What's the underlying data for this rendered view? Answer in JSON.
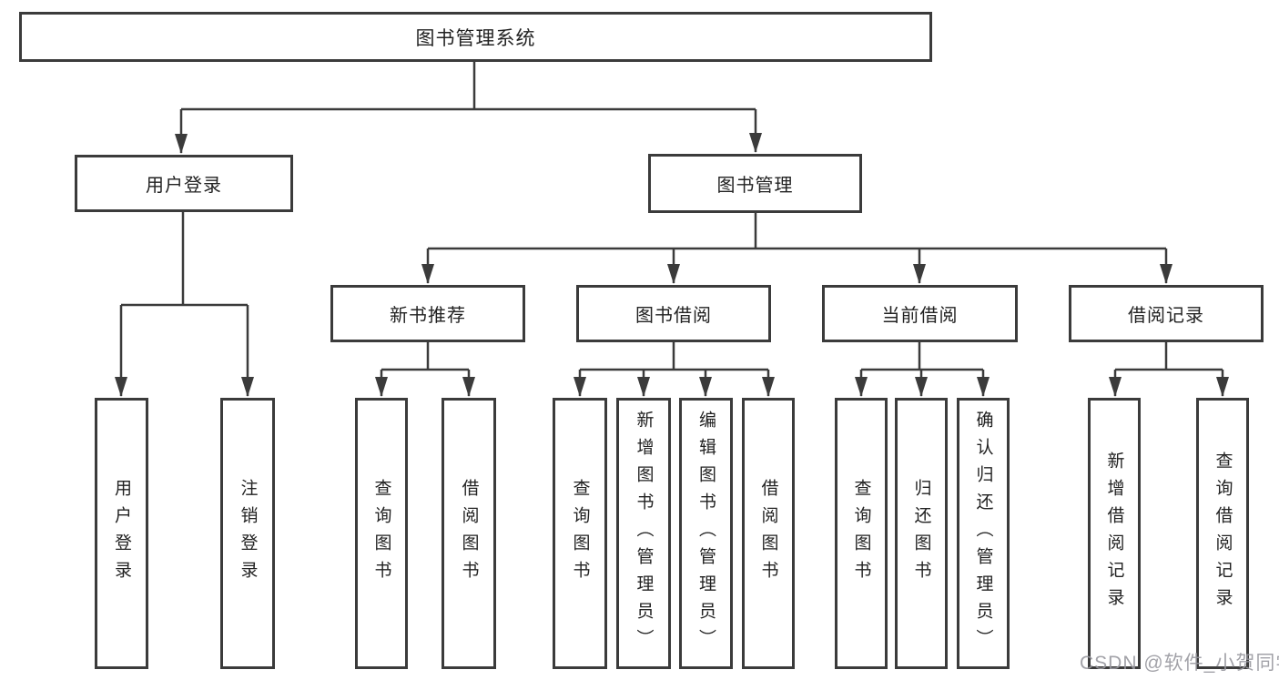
{
  "diagram": {
    "root": {
      "label": "图书管理系统"
    },
    "level2": [
      {
        "label": "用户登录"
      },
      {
        "label": "图书管理"
      }
    ],
    "level3": [
      {
        "label": "新书推荐"
      },
      {
        "label": "图书借阅"
      },
      {
        "label": "当前借阅"
      },
      {
        "label": "借阅记录"
      }
    ],
    "leaves": [
      {
        "label": "用户登录"
      },
      {
        "label": "注销登录"
      },
      {
        "label": "查询图书"
      },
      {
        "label": "借阅图书"
      },
      {
        "label": "查询图书"
      },
      {
        "label": "新增图书（管理员）"
      },
      {
        "label": "编辑图书（管理员）"
      },
      {
        "label": "借阅图书"
      },
      {
        "label": "查询图书"
      },
      {
        "label": "归还图书"
      },
      {
        "label": "确认归还（管理员）"
      },
      {
        "label": "新增借阅记录"
      },
      {
        "label": "查询借阅记录"
      }
    ]
  },
  "watermark": "CSDN @软件_小贺同学",
  "colors": {
    "line": "#3b3b3b",
    "text": "#222222",
    "watermark": "#98989e",
    "background": "#ffffff"
  }
}
